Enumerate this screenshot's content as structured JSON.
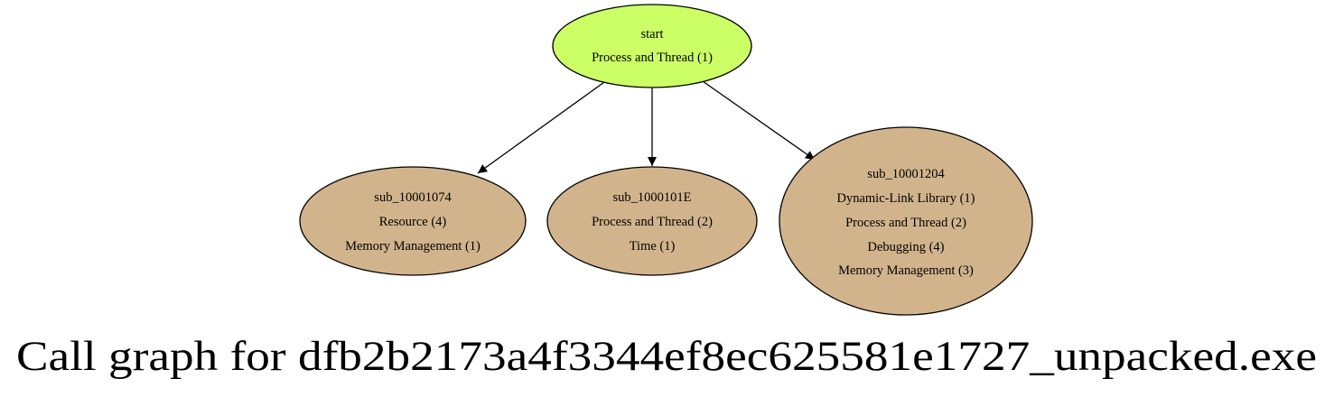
{
  "graph": {
    "caption": "Call graph for dfb2b2173a4f3344ef8ec625581e1727_unpacked.exe",
    "colors": {
      "root_fill": "#ccff66",
      "node_fill": "#d2b48c",
      "stroke": "#000000"
    },
    "nodes": [
      {
        "id": "start",
        "kind": "root",
        "lines": [
          "start",
          "Process and Thread (1)"
        ]
      },
      {
        "id": "sub_10001074",
        "kind": "child",
        "lines": [
          "sub_10001074",
          "Resource (4)",
          "Memory Management (1)"
        ]
      },
      {
        "id": "sub_1000101E",
        "kind": "child",
        "lines": [
          "sub_1000101E",
          "Process and Thread (2)",
          "Time (1)"
        ]
      },
      {
        "id": "sub_10001204",
        "kind": "child",
        "lines": [
          "sub_10001204",
          "Dynamic-Link Library (1)",
          "Process and Thread (2)",
          "Debugging (4)",
          "Memory Management (3)"
        ]
      }
    ],
    "edges": [
      {
        "from": "start",
        "to": "sub_10001074"
      },
      {
        "from": "start",
        "to": "sub_1000101E"
      },
      {
        "from": "start",
        "to": "sub_10001204"
      }
    ]
  }
}
